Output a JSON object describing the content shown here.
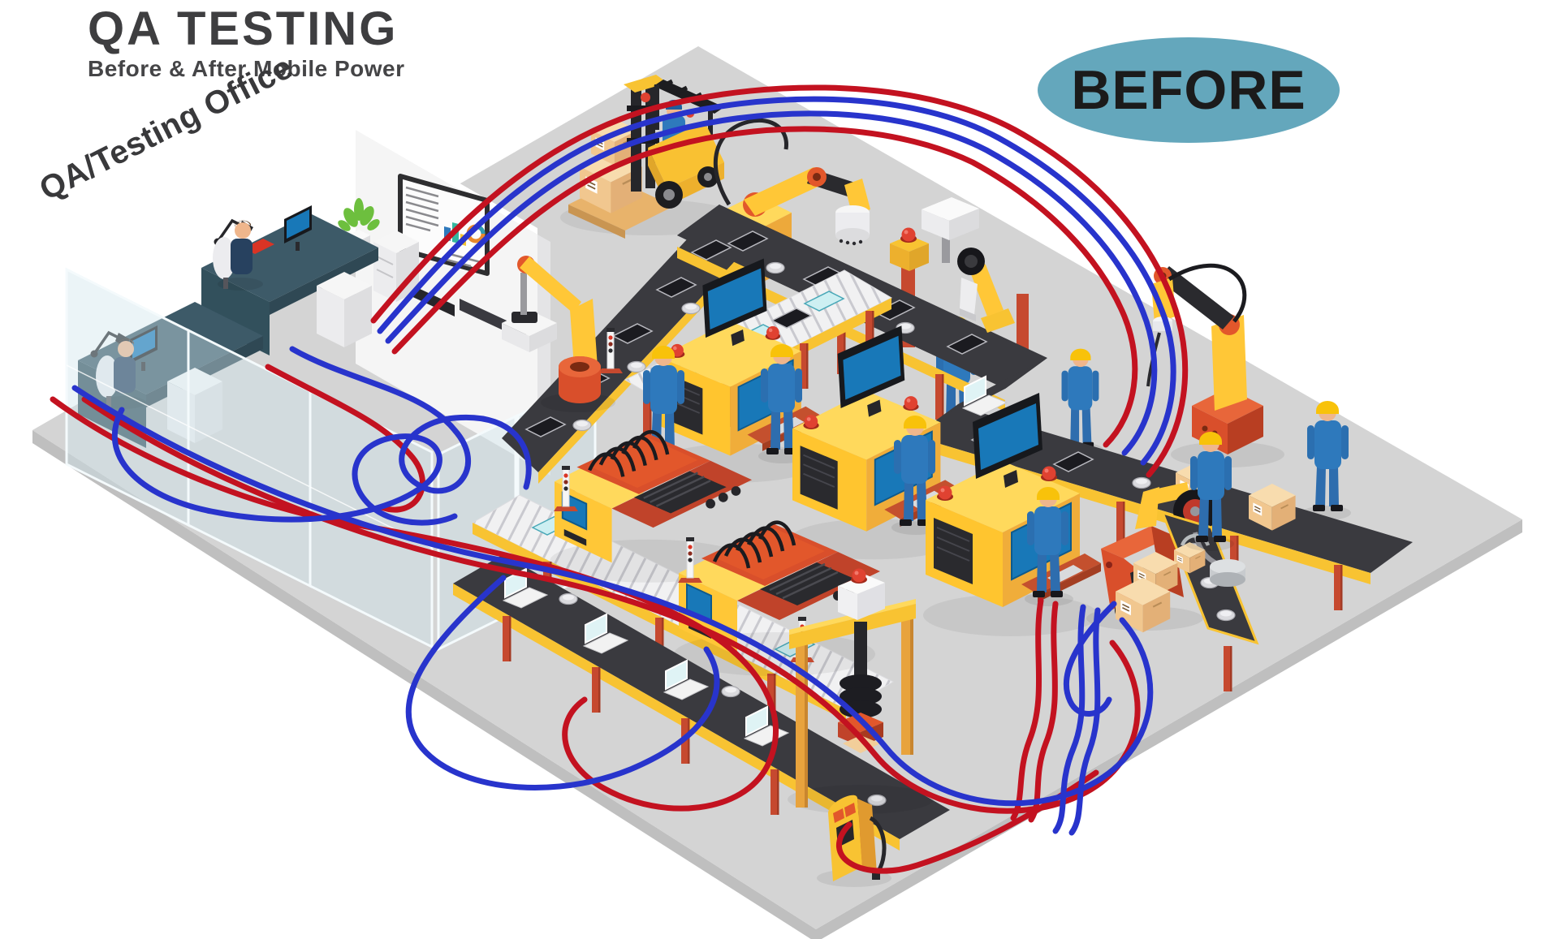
{
  "header": {
    "title": "QA TESTING",
    "subtitle": "Before & After Mobile Power"
  },
  "badge": {
    "label": "BEFORE",
    "bg": "#64A7BC",
    "text_color": "#1B1B1B"
  },
  "office_area": {
    "label": "QA/Testing Office"
  },
  "palette": {
    "title_color": "#3E3E40",
    "floor": "#D4D4D4",
    "floor_edge": "#BFBFBF",
    "belt_surface": "#3A3A3F",
    "belt_frame_yellow": "#F8C332",
    "leg_red": "#C6492F",
    "machine_yellow": "#FFC737",
    "machine_yellow_light": "#FFD95C",
    "machine_yellow_side": "#F0AD3A",
    "accent_orange": "#E2572B",
    "accent_orange_dark": "#C0432A",
    "screen_blue": "#1878B8",
    "cable_red": "#C31220",
    "cable_blue": "#2834CC",
    "worker_uniform": "#2E79BC",
    "helmet_yellow": "#F8C20A",
    "office_desk": "#3D5A68",
    "box_tan": "#F8DCAE",
    "roller_white": "#F1F1F2"
  },
  "icons": [
    "forklift-icon",
    "robotic-arm-icon",
    "conveyor-belt-icon",
    "roller-conveyor-icon",
    "control-station-icon",
    "printing-machine-icon",
    "press-station-icon",
    "charging-kiosk-icon",
    "labeling-machine-icon",
    "cardboard-box-icon",
    "worker-icon",
    "office-desk-icon",
    "presentation-board-icon",
    "bar-chart-icon",
    "donut-chart-icon",
    "plant-icon",
    "glass-partition-icon",
    "power-cable-icon",
    "signal-post-icon",
    "emergency-button-icon"
  ]
}
